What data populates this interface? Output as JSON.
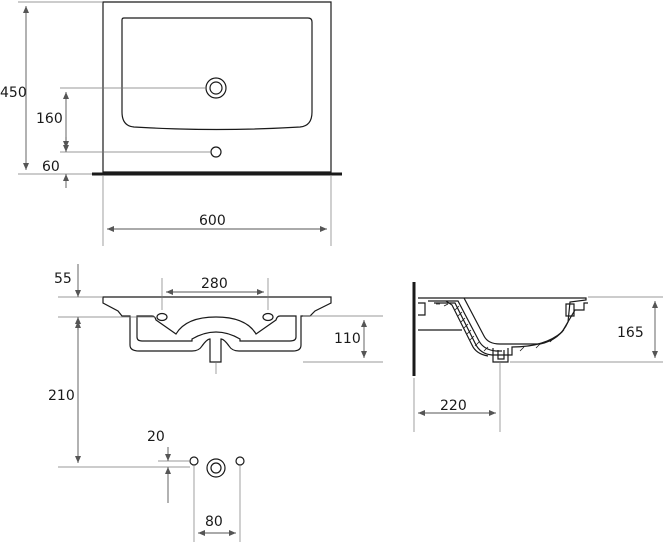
{
  "dimensions": {
    "overall_depth": "450",
    "tap_hole_offset": "160",
    "front_to_drain": "60",
    "overall_width": "600",
    "rim_height": "55",
    "mounting_holes_spacing": "280",
    "bowl_drop": "110",
    "bottom_to_holes": "210",
    "drain_to_holes": "20",
    "holes_spacing_small": "80",
    "side_depth": "220",
    "side_height": "165"
  },
  "colors": {
    "line": "#1a1a1a",
    "dimension": "#555555",
    "background": "#ffffff"
  }
}
